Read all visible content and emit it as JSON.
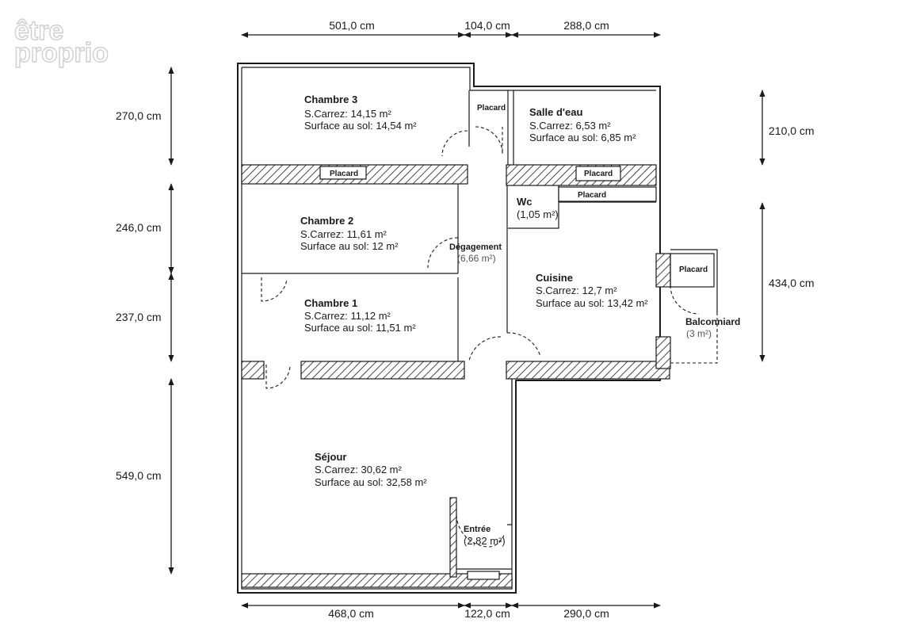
{
  "logo": {
    "line1": "être",
    "line2": "proprio"
  },
  "dimensions": {
    "top": [
      "501,0 cm",
      "104,0 cm",
      "288,0 cm"
    ],
    "bottom": [
      "468,0 cm",
      "122,0 cm",
      "290,0 cm"
    ],
    "left": [
      "270,0 cm",
      "246,0 cm",
      "237,0 cm",
      "549,0 cm"
    ],
    "right": [
      "210,0 cm",
      "434,0 cm"
    ]
  },
  "rooms": {
    "chambre3": {
      "name": "Chambre 3",
      "carrez": "S.Carrez: 14,15 m²",
      "sol": "Surface au sol: 14,54 m²"
    },
    "chambre2": {
      "name": "Chambre 2",
      "carrez": "S.Carrez: 11,61 m²",
      "sol": "Surface au sol: 12 m²"
    },
    "chambre1": {
      "name": "Chambre 1",
      "carrez": "S.Carrez: 11,12 m²",
      "sol": "Surface au sol: 11,51 m²"
    },
    "salle_eau": {
      "name": "Salle d'eau",
      "carrez": "S.Carrez: 6,53 m²",
      "sol": "Surface au sol: 6,85 m²"
    },
    "cuisine": {
      "name": "Cuisine",
      "carrez": "S.Carrez: 12,7 m²",
      "sol": "Surface au sol: 13,42 m²"
    },
    "sejour": {
      "name": "Séjour",
      "carrez": "S.Carrez: 30,62 m²",
      "sol": "Surface au sol: 32,58 m²"
    },
    "wc": {
      "name": "Wc",
      "area": "(1,05 m²)"
    },
    "degagement": {
      "name": "Dégagement",
      "area": "(6,66 m²)"
    },
    "entree": {
      "name": "Entrée",
      "area": "(2,82 m²)"
    },
    "balconniard": {
      "name": "Balconniard",
      "area": "(3 m²)"
    }
  },
  "placard_label": "Placard"
}
